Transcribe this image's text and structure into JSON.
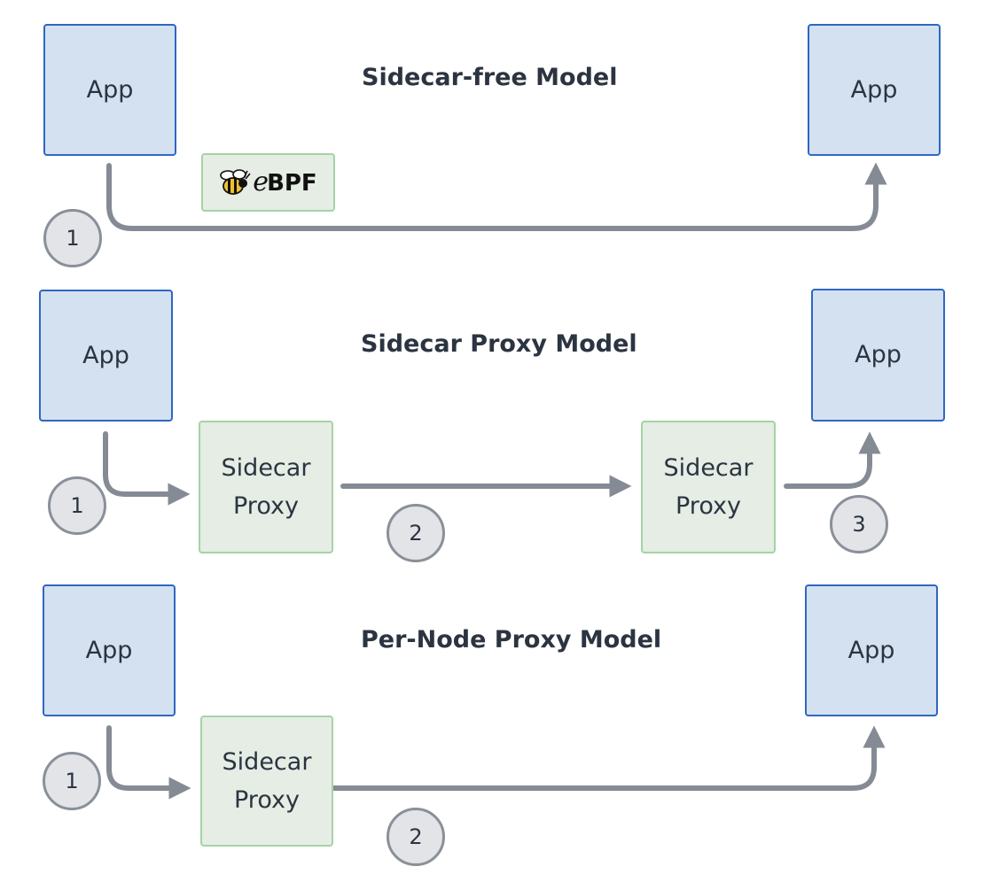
{
  "sections": {
    "sidecar_free": {
      "title": "Sidecar-free Model",
      "left_app": "App",
      "right_app": "App",
      "ebpf_label": "BPF",
      "ebpf_prefix": "e",
      "steps": [
        "1"
      ]
    },
    "sidecar_proxy": {
      "title": "Sidecar Proxy Model",
      "left_app": "App",
      "right_app": "App",
      "proxy1_line1": "Sidecar",
      "proxy1_line2": "Proxy",
      "proxy2_line1": "Sidecar",
      "proxy2_line2": "Proxy",
      "steps": [
        "1",
        "2",
        "3"
      ]
    },
    "per_node_proxy": {
      "title": "Per-Node Proxy Model",
      "left_app": "App",
      "right_app": "App",
      "proxy_line1": "Sidecar",
      "proxy_line2": "Proxy",
      "steps": [
        "1",
        "2"
      ]
    }
  },
  "colors": {
    "app_fill": "#d3e1f0",
    "app_border": "#2f67c2",
    "proxy_fill": "#e5ede4",
    "proxy_border": "#a5d3a5",
    "arrow": "#858b94",
    "text": "#2b3440"
  }
}
